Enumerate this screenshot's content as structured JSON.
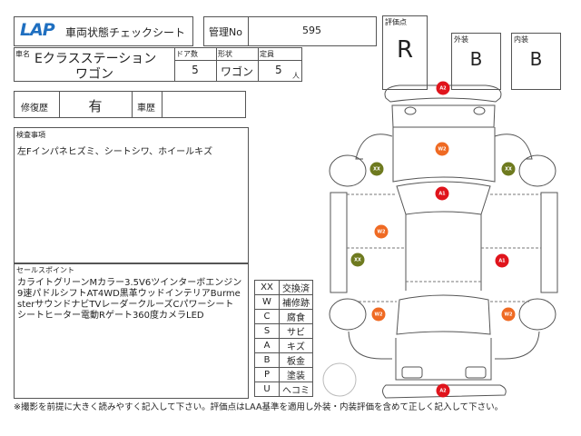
{
  "header": {
    "logo": "LAP",
    "title": "車両状態チェックシート",
    "mgmt_label": "管理No",
    "mgmt_value": "595"
  },
  "rating": {
    "score_label": "評価点",
    "score": "R",
    "exterior_label": "外装",
    "exterior": "B",
    "interior_label": "内装",
    "interior": "B"
  },
  "vehicle": {
    "name_label": "車名",
    "name_line1": "Eクラスステーション",
    "name_line2": "ワゴン",
    "doors_label": "ドア数",
    "doors": "5",
    "shape_label": "形状",
    "shape": "ワゴン",
    "capacity_label": "定員",
    "capacity": "5",
    "capacity_unit": "人"
  },
  "history": {
    "repair_label": "修復歴",
    "repair_value": "有",
    "car_history_label": "車歴",
    "car_history_value": ""
  },
  "inspection": {
    "label": "検査事項",
    "text": "左Fインパネヒズミ、シートシワ、ホイールキズ"
  },
  "sales": {
    "label": "セールスポイント",
    "text": "カライトグリーンMカラー3.5V6ツインターボエンジン9速パドルシフトAT4WD黒革ウッドインテリアBurmesterサウンドナビTVレーダークルーズCパワーシートシートヒーター電動Rゲート360度カメラLED"
  },
  "legend": [
    {
      "code": "XX",
      "meaning": "交換済"
    },
    {
      "code": "W",
      "meaning": "補修跡"
    },
    {
      "code": "C",
      "meaning": "腐食"
    },
    {
      "code": "S",
      "meaning": "サビ"
    },
    {
      "code": "A",
      "meaning": "キズ"
    },
    {
      "code": "B",
      "meaning": "板金"
    },
    {
      "code": "P",
      "meaning": "塗装"
    },
    {
      "code": "U",
      "meaning": "へコミ"
    }
  ],
  "markers": [
    {
      "label": "A2",
      "color": "#e0141c"
    },
    {
      "label": "W2",
      "color": "#ef6a23"
    },
    {
      "label": "XX",
      "color": "#6e7a1f"
    },
    {
      "label": "XX",
      "color": "#6e7a1f"
    },
    {
      "label": "A1",
      "color": "#e0141c"
    },
    {
      "label": "W2",
      "color": "#ef6a23"
    },
    {
      "label": "XX",
      "color": "#6e7a1f"
    },
    {
      "label": "A1",
      "color": "#e0141c"
    },
    {
      "label": "W2",
      "color": "#ef6a23"
    },
    {
      "label": "W2",
      "color": "#ef6a23"
    },
    {
      "label": "A2",
      "color": "#e0141c"
    }
  ],
  "footer": "※撮影を前提に大きく読みやすく記入して下さい。評価点はLAA基準を適用し外装・内装評価を含めて正しく記入して下さい。"
}
